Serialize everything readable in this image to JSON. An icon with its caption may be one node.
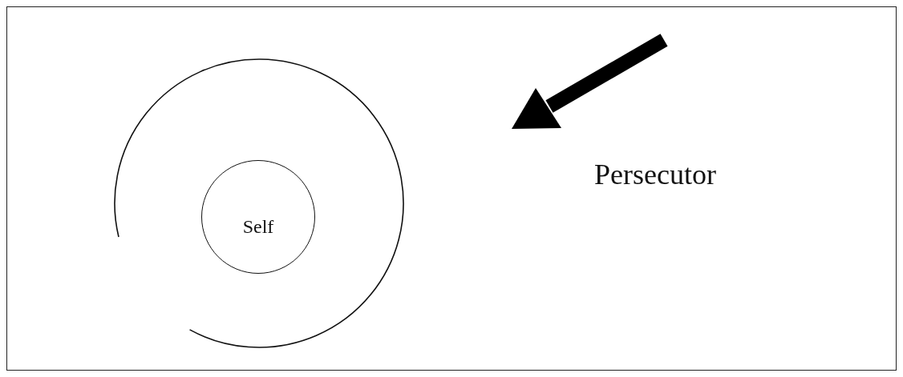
{
  "diagram": {
    "nodes": [
      {
        "text": [],
        "shape": "circle"
      },
      {
        "text": [
          "Self"
        ],
        "in": 0
      }
    ],
    "labels": [
      "Persecutor"
    ]
  }
}
